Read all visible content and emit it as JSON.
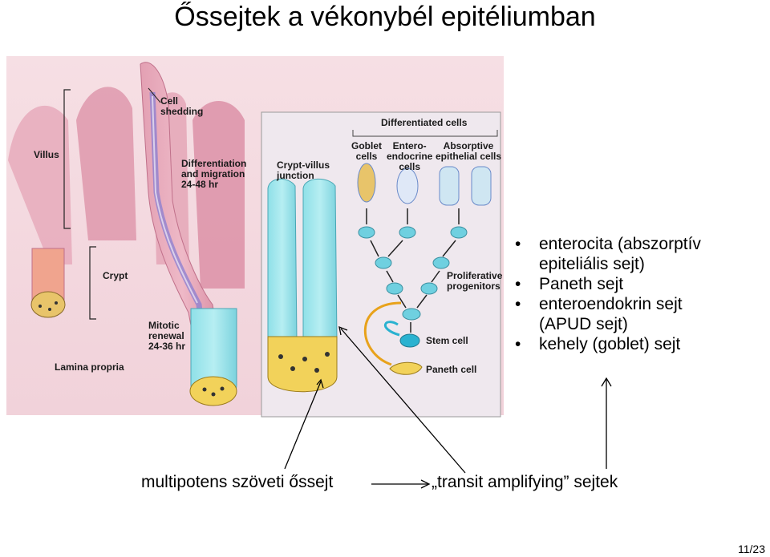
{
  "title": "Őssejtek a vékonybél epitéliumban",
  "left_figure": {
    "villus": "Villus",
    "crypt": "Crypt",
    "lamina_propria": "Lamina propria",
    "cell_shedding": [
      "Cell",
      "shedding"
    ],
    "differentiation": [
      "Differentiation",
      "and migration",
      "24-48 hr"
    ],
    "mitotic": [
      "Mitotic",
      "renewal",
      "24-36 hr"
    ]
  },
  "right_figure": {
    "crypt_villus_junction": [
      "Crypt-villus",
      "junction"
    ],
    "differentiated_cells": "Differentiated cells",
    "goblet": [
      "Goblet",
      "cells"
    ],
    "entero": [
      "Entero-",
      "endocrine",
      "cells"
    ],
    "absorptive": [
      "Absorptive",
      "epithelial cells"
    ],
    "proliferative": [
      "Proliferative",
      "progenitors"
    ],
    "stem_cell": "Stem cell",
    "paneth_cell": "Paneth cell"
  },
  "bullets": [
    [
      "enterocita (abszorptív",
      "epiteliális sejt)"
    ],
    [
      "Paneth sejt"
    ],
    [
      "enteroendokrin sejt",
      "(APUD sejt)"
    ],
    [
      "kehely (goblet) sejt"
    ]
  ],
  "bottom": {
    "left": "multipotens szöveti őssejt",
    "right": "„transit amplifying” sejtek"
  },
  "page_number": "11/23"
}
